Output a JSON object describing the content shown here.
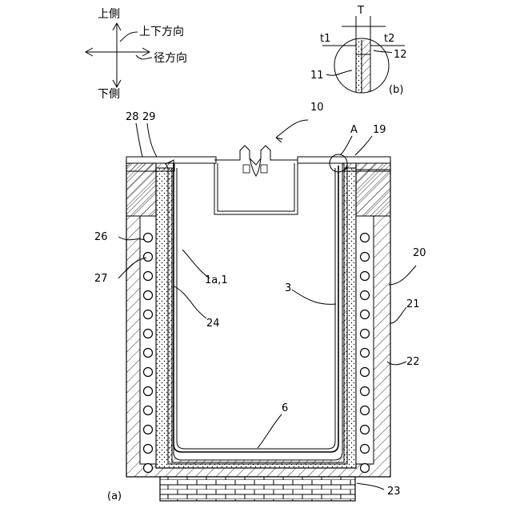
{
  "direction_legend": {
    "upper_side": "上側",
    "lower_side": "下側",
    "vertical_direction": "上下方向",
    "radial_direction": "径方向"
  },
  "detail_b": {
    "caption": "(b)",
    "labels": {
      "T": "T",
      "t1": "t1",
      "t2": "t2",
      "n12": "12",
      "n11": "11"
    }
  },
  "main_a": {
    "caption": "(a)",
    "labels": {
      "n10": "10",
      "A": "A",
      "n19": "19",
      "n28": "28",
      "n29": "29",
      "n26": "26",
      "n27": "27",
      "n1a1": "1a,1",
      "n24": "24",
      "n3": "3",
      "n20": "20",
      "n21": "21",
      "n22": "22",
      "n6": "6",
      "n23": "23"
    }
  }
}
